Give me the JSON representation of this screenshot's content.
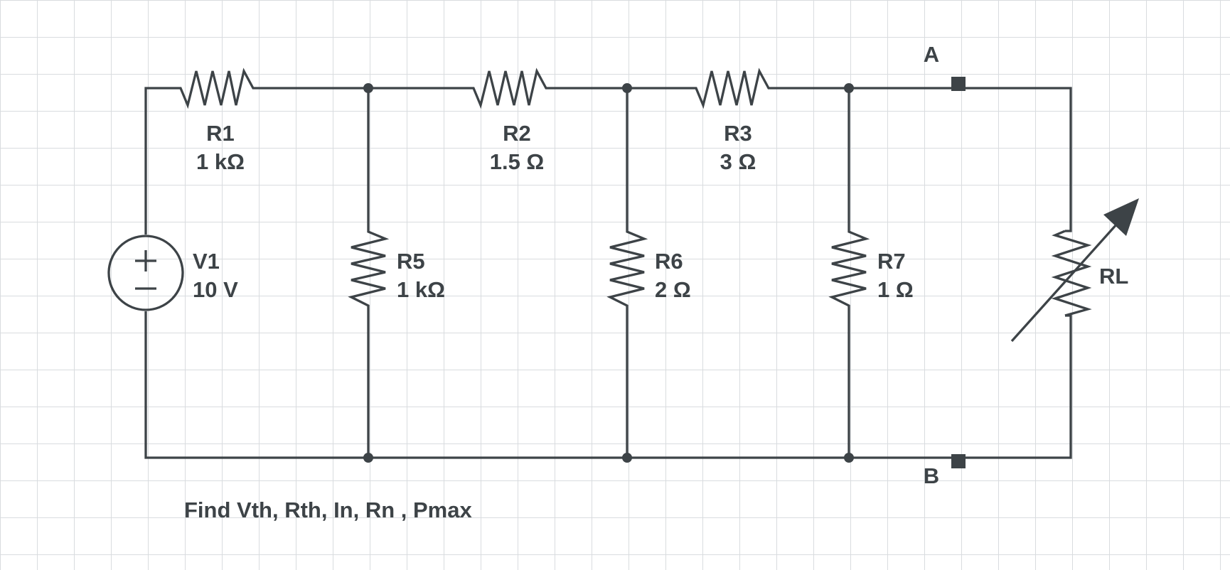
{
  "components": {
    "R1": {
      "name": "R1",
      "value": "1 kΩ"
    },
    "R2": {
      "name": "R2",
      "value": "1.5 Ω"
    },
    "R3": {
      "name": "R3",
      "value": "3 Ω"
    },
    "R5": {
      "name": "R5",
      "value": "1 kΩ"
    },
    "R6": {
      "name": "R6",
      "value": "2 Ω"
    },
    "R7": {
      "name": "R7",
      "value": "1 Ω"
    },
    "RL": {
      "name": "RL"
    },
    "V1": {
      "name": "V1",
      "value": "10 V"
    }
  },
  "terminals": {
    "a": "A",
    "b": "B"
  },
  "question": "Find Vth, Rth, In, Rn , Pmax"
}
